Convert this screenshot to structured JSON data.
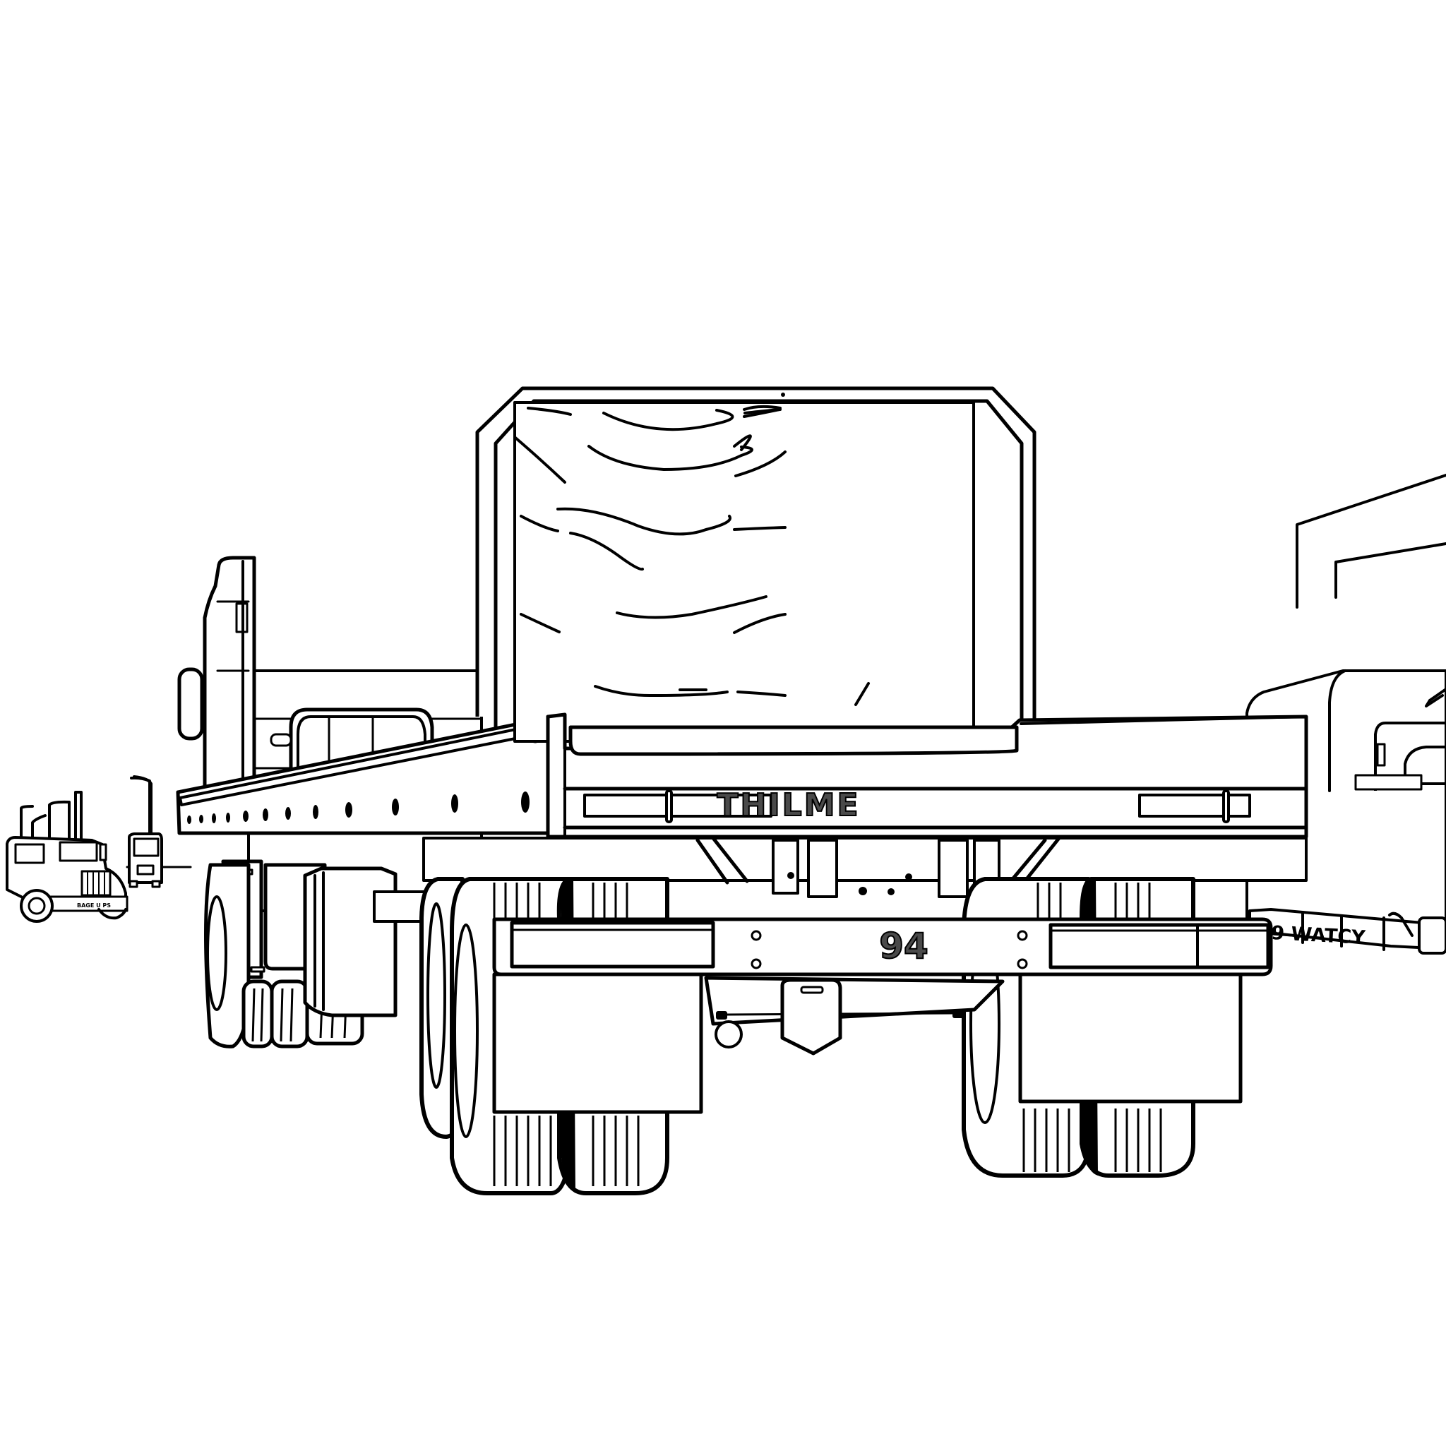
{
  "scene": {
    "title": "Rear view of flatbed truck with headboard, line-art illustration",
    "background_color": "#ffffff",
    "line_color": "#000000",
    "badge_fill": "#4a4a4a"
  },
  "main_truck": {
    "tailboard_brand": "THILME",
    "bumper_number": "94"
  },
  "right_vehicle": {
    "side_text": "9 WATCY"
  },
  "left_background_truck": {
    "bumper_text": "BAGE U PS"
  }
}
